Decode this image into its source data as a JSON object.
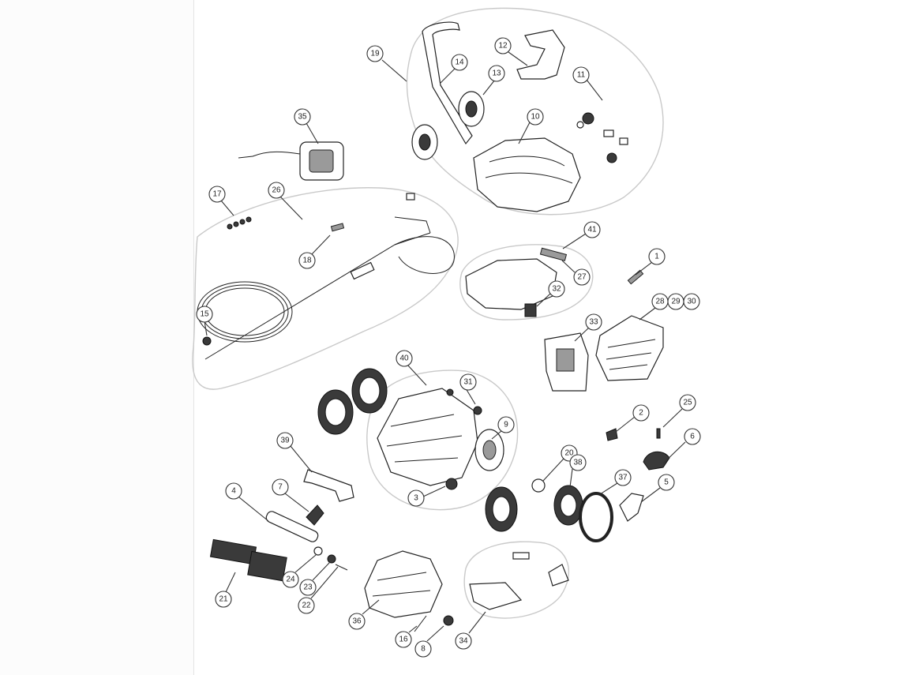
{
  "diagram": {
    "callouts": [
      {
        "id": "c19",
        "label": "19"
      },
      {
        "id": "c14",
        "label": "14"
      },
      {
        "id": "c12",
        "label": "12"
      },
      {
        "id": "c13",
        "label": "13"
      },
      {
        "id": "c11",
        "label": "11"
      },
      {
        "id": "c10",
        "label": "10"
      },
      {
        "id": "c35",
        "label": "35"
      },
      {
        "id": "c17",
        "label": "17"
      },
      {
        "id": "c26",
        "label": "26"
      },
      {
        "id": "c18",
        "label": "18"
      },
      {
        "id": "c41",
        "label": "41"
      },
      {
        "id": "c1",
        "label": "1"
      },
      {
        "id": "c27",
        "label": "27"
      },
      {
        "id": "c32",
        "label": "32"
      },
      {
        "id": "c28",
        "label": "28"
      },
      {
        "id": "c29",
        "label": "29"
      },
      {
        "id": "c30",
        "label": "30"
      },
      {
        "id": "c15",
        "label": "15"
      },
      {
        "id": "c33",
        "label": "33"
      },
      {
        "id": "c40",
        "label": "40"
      },
      {
        "id": "c31",
        "label": "31"
      },
      {
        "id": "c25",
        "label": "25"
      },
      {
        "id": "c2",
        "label": "2"
      },
      {
        "id": "c9",
        "label": "9"
      },
      {
        "id": "c6",
        "label": "6"
      },
      {
        "id": "c39",
        "label": "39"
      },
      {
        "id": "c20",
        "label": "20"
      },
      {
        "id": "c38",
        "label": "38"
      },
      {
        "id": "c37",
        "label": "37"
      },
      {
        "id": "c5",
        "label": "5"
      },
      {
        "id": "c4",
        "label": "4"
      },
      {
        "id": "c7",
        "label": "7"
      },
      {
        "id": "c3",
        "label": "3"
      },
      {
        "id": "c24",
        "label": "24"
      },
      {
        "id": "c23",
        "label": "23"
      },
      {
        "id": "c22",
        "label": "22"
      },
      {
        "id": "c21",
        "label": "21"
      },
      {
        "id": "c36",
        "label": "36"
      },
      {
        "id": "c16",
        "label": "16"
      },
      {
        "id": "c8",
        "label": "8"
      },
      {
        "id": "c34",
        "label": "34"
      }
    ]
  }
}
